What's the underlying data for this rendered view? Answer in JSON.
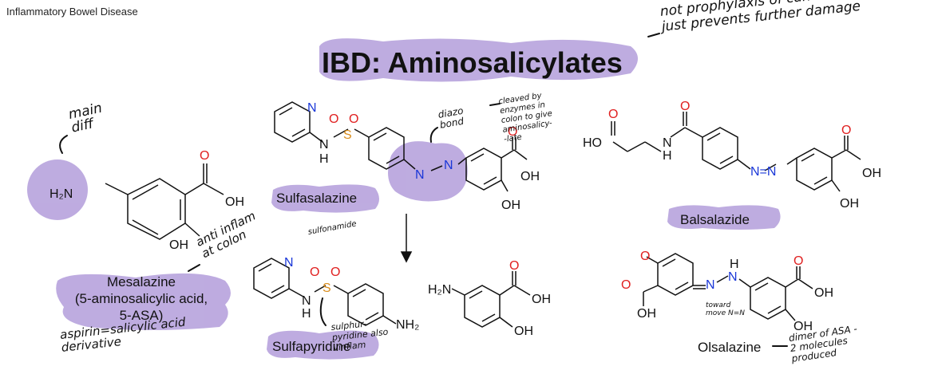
{
  "slide": {
    "header": "Inflammatory Bowel Disease",
    "title": "IBD: Aminosalicylates"
  },
  "colors": {
    "highlight": "#b39ddb",
    "oxygen": "#e02020",
    "nitrogen": "#1a37d8",
    "sulfur": "#d98c1a",
    "ink": "#111111"
  },
  "drugs": {
    "mesalazine": {
      "name": "Mesalazine",
      "full_name": "(5-aminosalicylic acid,",
      "abbrev": "5-ASA)"
    },
    "sulfasalazine": {
      "name": "Sulfasalazine"
    },
    "sulfapyridine": {
      "name": "Sulfapyridine"
    },
    "balsalazide": {
      "name": "Balsalazide"
    },
    "olsalazine": {
      "name": "Olsalazine"
    }
  },
  "atoms": {
    "H2N": "H₂N",
    "O": "O",
    "OH": "OH",
    "HO": "HO",
    "N": "N",
    "H": "H",
    "S": "S",
    "NH2": "NH₂",
    "N_eq_N": "N=N"
  },
  "annotations": {
    "main_diff": "main\ndiff",
    "not_prophylaxis": "not prophylaxis of cancer,\njust prevents further damage",
    "diazo_bond": "diazo\nbond",
    "cleaved": "cleaved by\nenzymes in\ncolon to give\naminosalicy-\n-late",
    "anti_inflam": "anti inflam\nat colon",
    "aspirin": "aspirin=salicylic acid\nderivative",
    "sulfonamide": "sulfonamide",
    "sulphur_pyridine": "sulphur-\npyridine also\nvinflam",
    "toward_move": "toward\nmove N=N",
    "dimer": "dimer of ASA -\n2 molecules\nproduced"
  }
}
